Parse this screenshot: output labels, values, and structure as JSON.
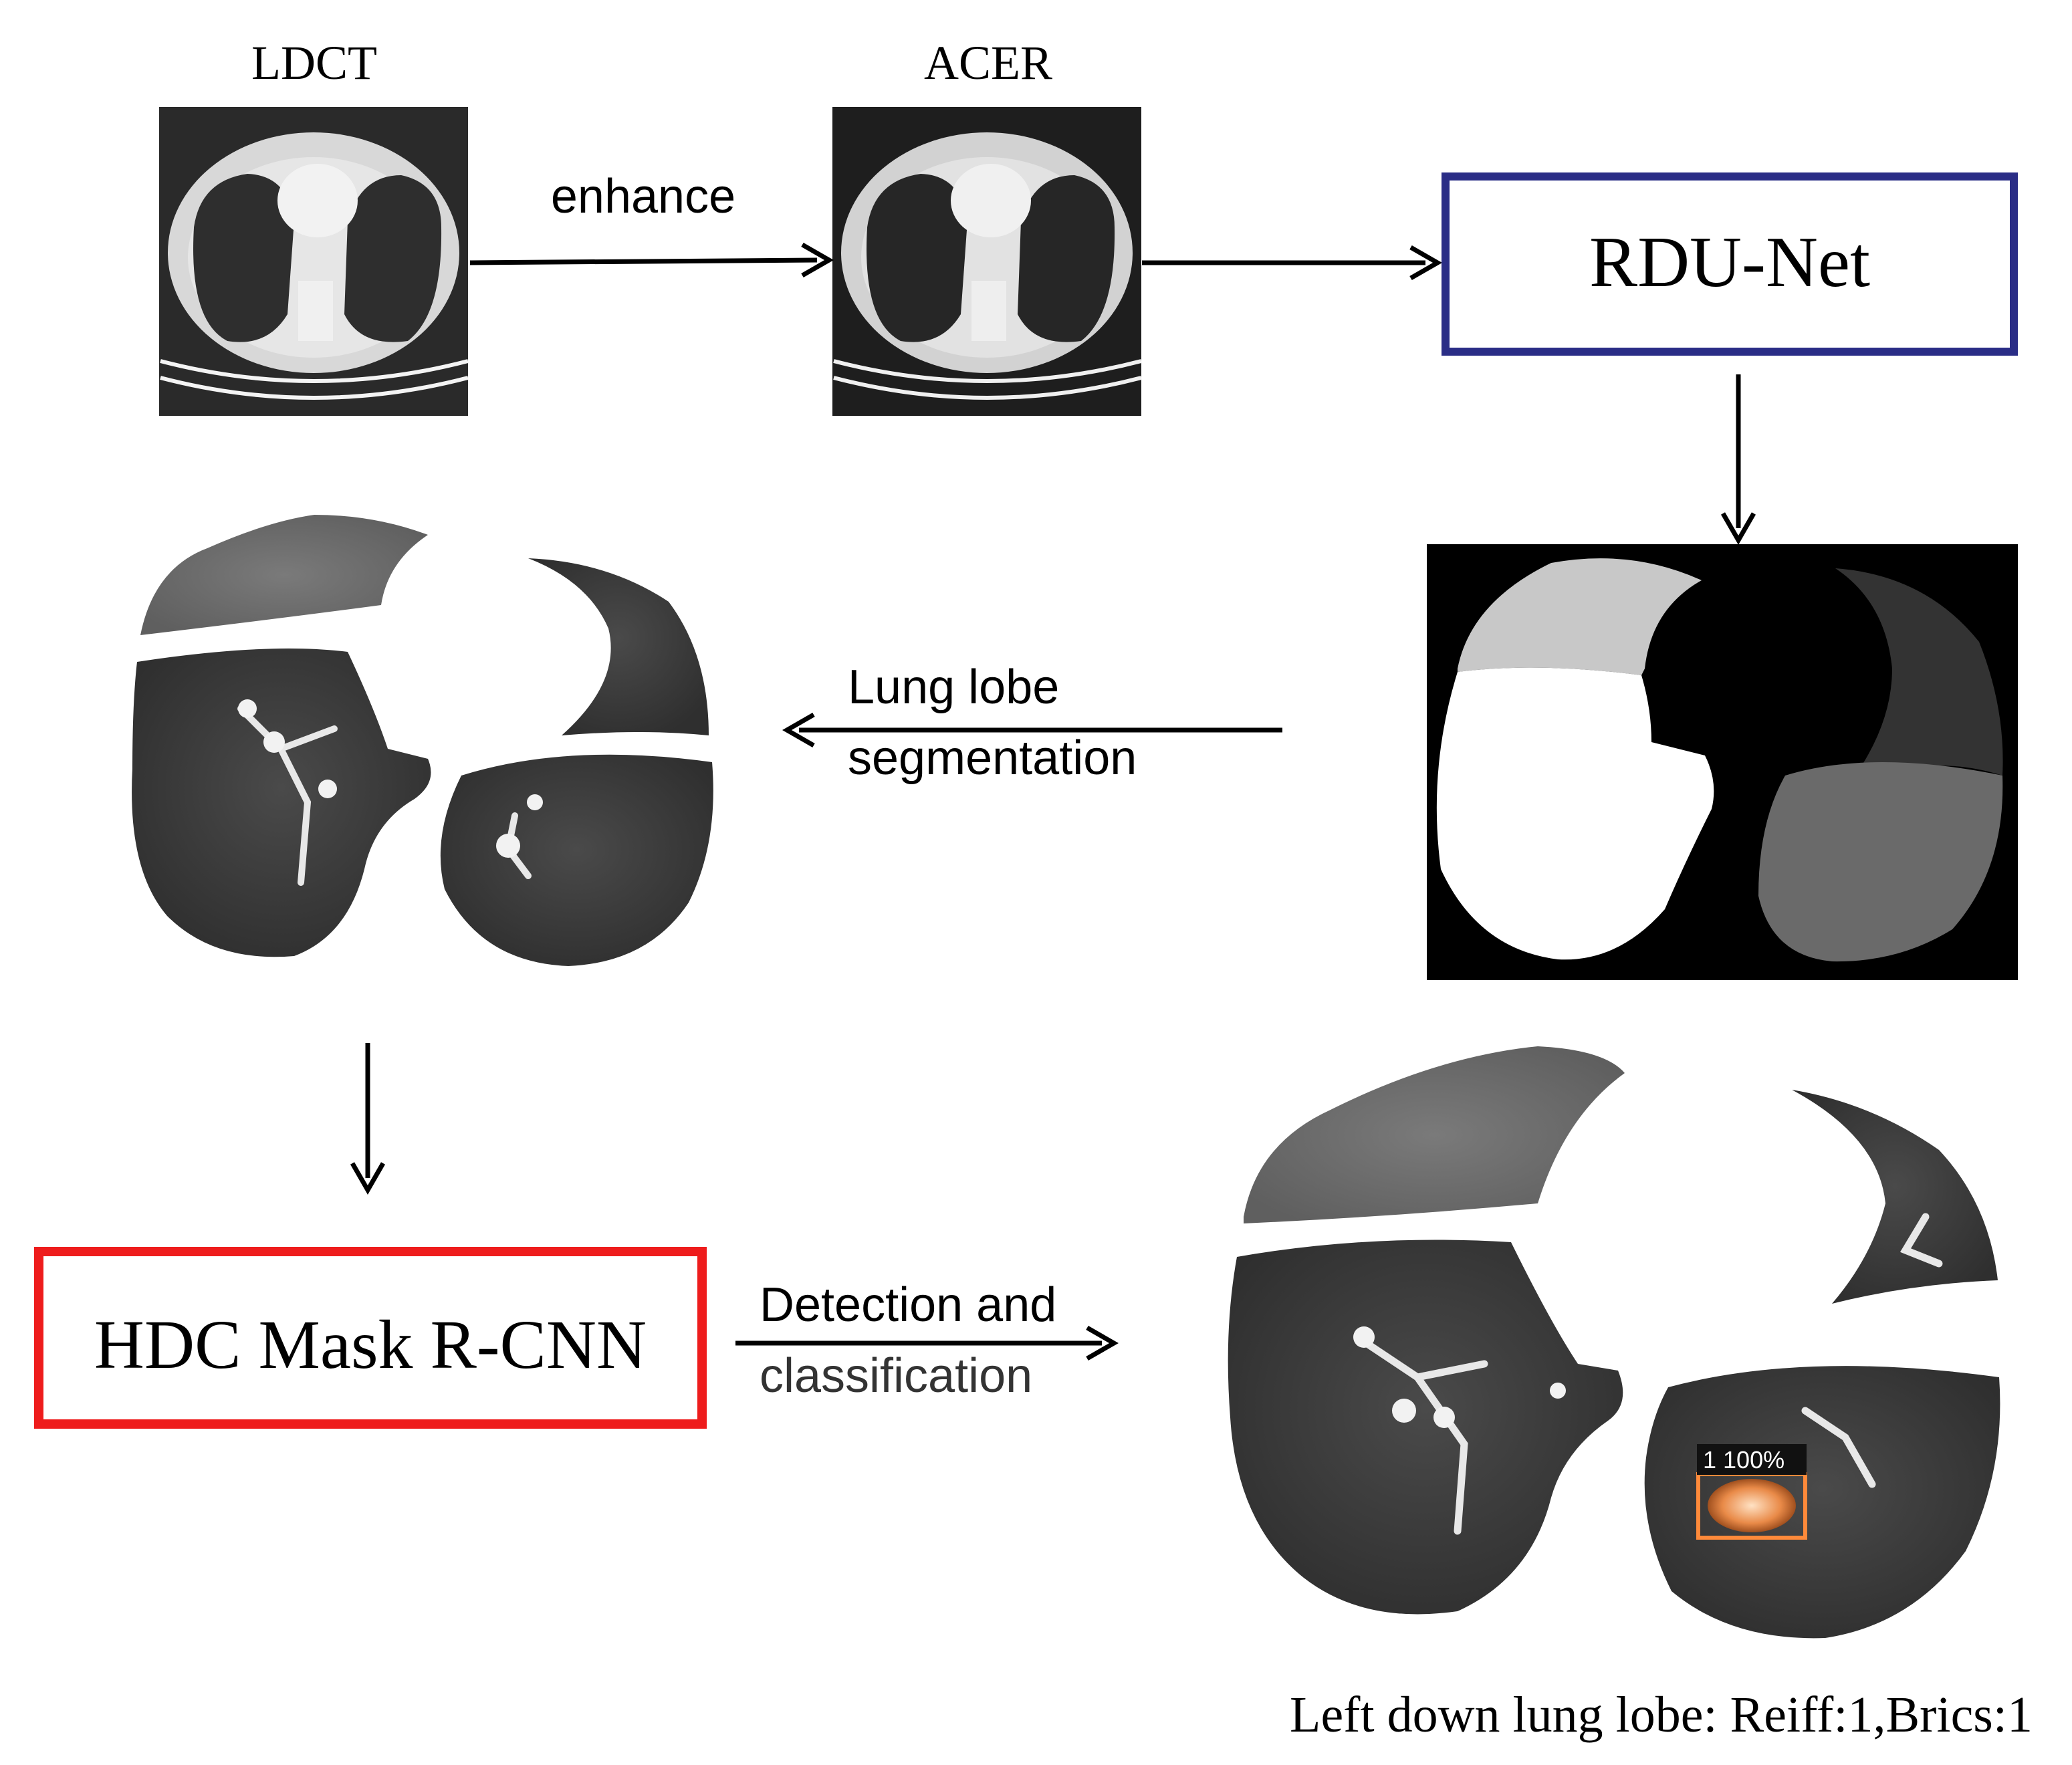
{
  "colors": {
    "arrow": "#000000",
    "rdu_box": "#2a2d86",
    "hdc_box": "#ee1c1c",
    "ct_dark": "#3b3b3b",
    "detection_box": "#ff8a3a"
  },
  "labels": {
    "ldct": "LDCT",
    "acer": "ACER",
    "enhance": "enhance",
    "rdu_net": "RDU-Net",
    "lobe_seg_line1": "Lung lobe",
    "lobe_seg_line2": "segmentation",
    "hdc_mask": "HDC Mask R-CNN",
    "det_line1": "Detection and",
    "det_line2": "classification",
    "detection_tag": "1 100%",
    "result": "Left down lung lobe: Reiff:1,Brics:1"
  },
  "icons": {
    "ldct_image": "ct-scan-image",
    "acer_image": "enhanced-ct-scan-image",
    "mask_image": "lobe-mask-image",
    "segmented_image": "segmented-lungs-image",
    "detection_image": "detection-result-image"
  }
}
